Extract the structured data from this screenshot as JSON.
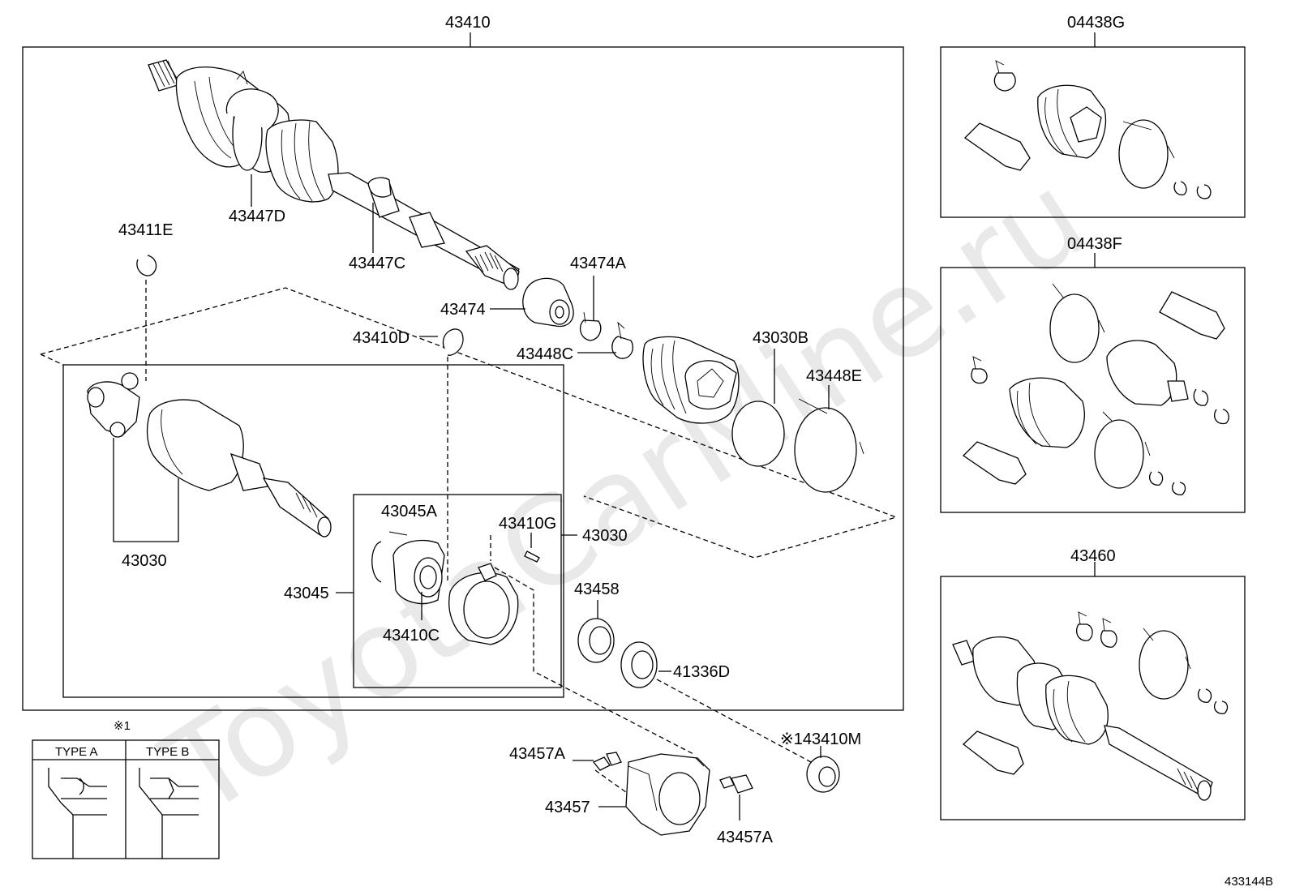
{
  "watermark": "ToyotaCarMine.ru",
  "labels": {
    "assy": "43410",
    "kit_g": "04438G",
    "kit_f": "04438F",
    "shaft_assy": "43460",
    "p43447D": "43447D",
    "p43447C": "43447C",
    "p43411E": "43411E",
    "p43474": "43474",
    "p43474A": "43474A",
    "p43410D": "43410D",
    "p43448C": "43448C",
    "p43030B": "43030B",
    "p43448E": "43448E",
    "p43030_left": "43030",
    "p43045A": "43045A",
    "p43410G": "43410G",
    "p43030_right": "43030",
    "p43045": "43045",
    "p43410C": "43410C",
    "p43458": "43458",
    "p41336D": "41336D",
    "p43410M": "※143410M",
    "p43457A_top": "43457A",
    "p43457": "43457",
    "p43457A_bottom": "43457A",
    "note_mark": "※1",
    "type_a": "TYPE A",
    "type_b": "TYPE B",
    "diagram_code": "433144B"
  }
}
